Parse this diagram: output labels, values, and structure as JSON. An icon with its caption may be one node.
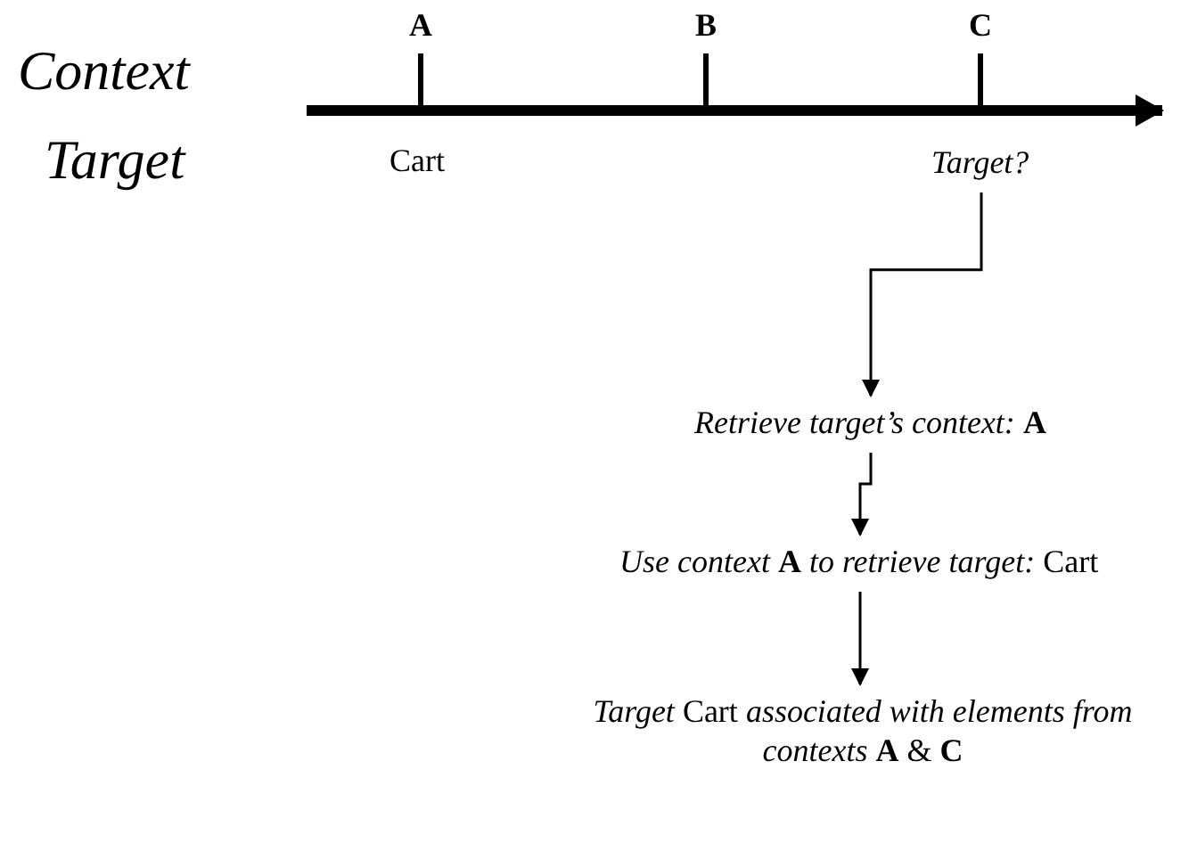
{
  "diagram": {
    "nodes": [
      {
        "text": [
          "Target?"
        ]
      },
      {
        "text": [
          "*Retrieve target’s context:* **A**"
        ]
      },
      {
        "text": [
          "*Use context* **A** *to retrieve target:* Cart"
        ]
      },
      {
        "text": [
          "*Target* Cart *associated with elements from contexts* **A** & **C**"
        ]
      }
    ],
    "edges": [
      {
        "from": 0,
        "to": 1,
        "arrow": "to"
      },
      {
        "from": 1,
        "to": 2,
        "arrow": "to"
      },
      {
        "from": 2,
        "to": 3,
        "arrow": "to"
      }
    ],
    "labels": [
      "Context",
      "Target",
      "A",
      "B",
      "C",
      "Cart"
    ]
  }
}
